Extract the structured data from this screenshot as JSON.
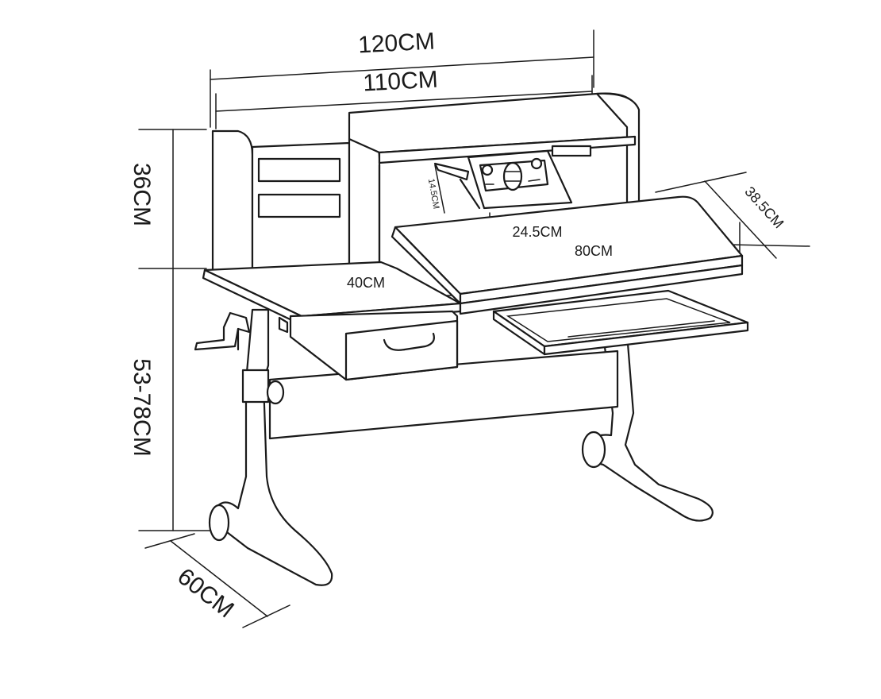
{
  "dimensions": {
    "overall_width": "120CM",
    "top_width": "110CM",
    "hutch_height": "36CM",
    "desk_height_range": "53-78CM",
    "depth": "60CM",
    "tray_depth": "38.5CM",
    "stand_width": "24.5CM",
    "stand_height": "14.5CM",
    "tilt_panel_width": "80CM",
    "fixed_top_width": "40CM"
  },
  "colors": {
    "line": "#1a1a1a",
    "background": "#ffffff"
  }
}
